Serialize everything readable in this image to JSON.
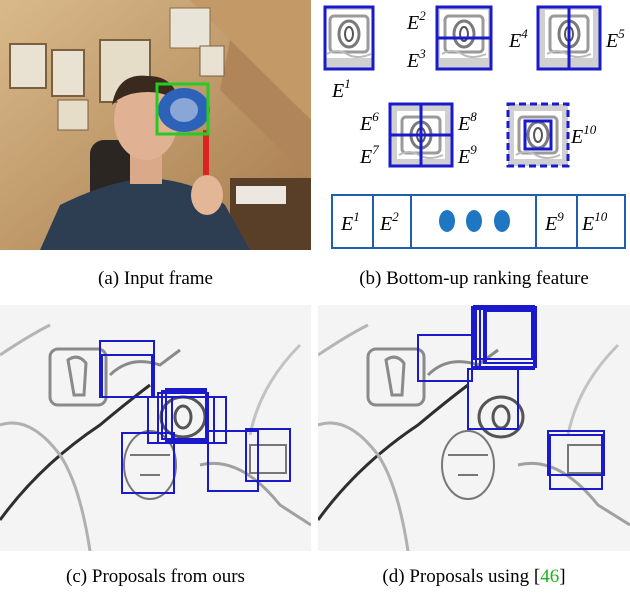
{
  "captions": {
    "a": "(a) Input frame",
    "b": "(b) Bottom-up ranking feature",
    "c": "(c) Proposals from ours",
    "d_prefix": "(d) Proposals using [",
    "d_ref": "46",
    "d_suffix": "]"
  },
  "feature_labels": {
    "e1": "E",
    "e1_sup": "1",
    "e2": "E",
    "e2_sup": "2",
    "e3": "E",
    "e3_sup": "3",
    "e4": "E",
    "e4_sup": "4",
    "e5": "E",
    "e5_sup": "5",
    "e6": "E",
    "e6_sup": "6",
    "e7": "E",
    "e7_sup": "7",
    "e8": "E",
    "e8_sup": "8",
    "e9": "E",
    "e9_sup": "9",
    "e10": "E",
    "e10_sup": "10"
  },
  "vector_labels": {
    "c1": "E",
    "c1_sup": "1",
    "c2": "E",
    "c2_sup": "2",
    "c9": "E",
    "c9_sup": "9",
    "c10": "E",
    "c10_sup": "10"
  },
  "colors": {
    "box": "#1a1acc",
    "ground_truth": "#22cc22",
    "ellipsis_dot": "#1f77c4",
    "vector_border": "#1f5fb0",
    "citation": "#1fb31f"
  }
}
